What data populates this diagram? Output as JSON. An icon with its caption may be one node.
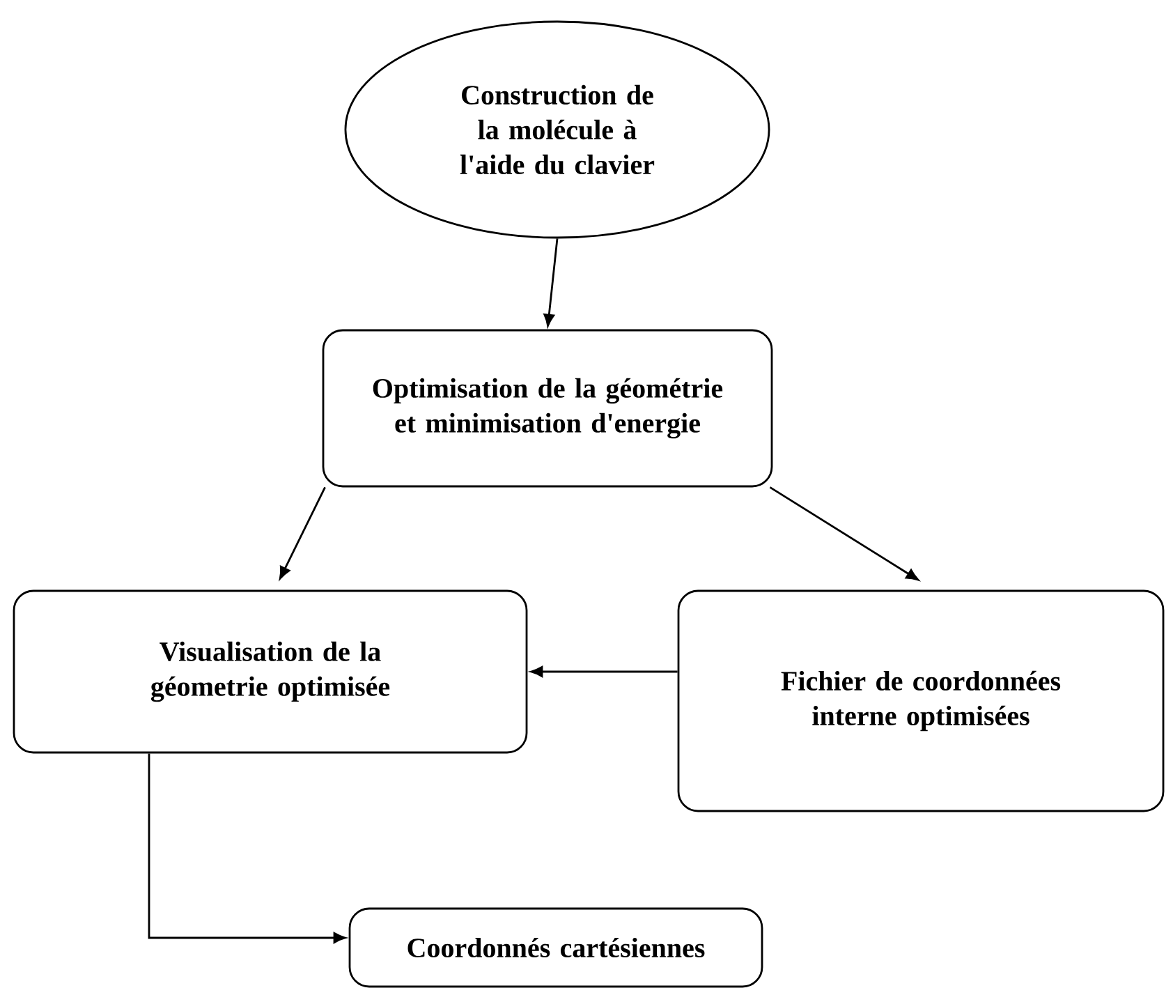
{
  "diagram": {
    "nodes": [
      {
        "text": [
          "Construction de la molécule à l'aide du clavier"
        ]
      },
      {
        "text": [
          "Optimisation de la géométrie et minimisation d'energie"
        ]
      },
      {
        "text": [
          "Visualisation de la géometrie optimisée"
        ]
      },
      {
        "text": [
          "Fichier de coordonnées interne optimisées"
        ]
      },
      {
        "text": [
          "Coordonnés cartésiennes"
        ]
      }
    ],
    "edges": [
      {
        "from": 0,
        "to": 1,
        "arrow": "to"
      },
      {
        "from": 1,
        "to": 2,
        "arrow": "to"
      },
      {
        "from": 1,
        "to": 3,
        "arrow": "to"
      },
      {
        "from": 3,
        "to": 2,
        "arrow": "to"
      },
      {
        "from": 2,
        "to": 4,
        "arrow": "to"
      }
    ]
  }
}
